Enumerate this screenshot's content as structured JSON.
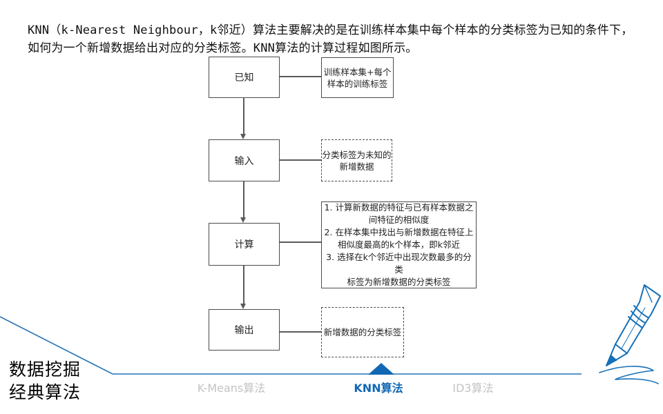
{
  "slide": {
    "intro_text": "KNN（k-Nearest Neighbour，k邻近）算法主要解决的是在训练样本集中每个样本的分类标签为已知的条件下，如何为一个新增数据给出对应的分类标签。KNN算法的计算过程如图所示。"
  },
  "flowchart": {
    "steps": [
      {
        "label": "已知",
        "note": "训练样本集+每个\n样本的训练标签",
        "note_style": "solid"
      },
      {
        "label": "输入",
        "note": "分类标签为未知的\n新增数据",
        "note_style": "dashed"
      },
      {
        "label": "计算",
        "note": "1. 计算新数据的特征与已有样本数据之\n间特征的相似度\n2. 在样本集中找出与新增数据在特征上\n相似度最高的k个样本，即k邻近\n3. 选择在k个邻近中出现次数最多的分类\n标签为新增数据的分类标签",
        "note_style": "solid"
      },
      {
        "label": "输出",
        "note": "新增数据的分类标签",
        "note_style": "dashed"
      }
    ]
  },
  "footer": {
    "deck_title": "数据挖掘\n经典算法",
    "tabs": [
      {
        "label": "K-Means算法",
        "active": false
      },
      {
        "label": "KNN算法",
        "active": true
      },
      {
        "label": "ID3算法",
        "active": false
      }
    ]
  },
  "icons": {
    "pencil": "pencil-sketch-icon",
    "active_tab_indicator": "triangle-up"
  },
  "colors": {
    "accent_blue": "#1068b4",
    "accent_line_blue": "#2273b8",
    "inactive_tab_gray": "#c3c3c3",
    "diagram_gray": "#4a4a4a",
    "background": "#ffffff"
  }
}
